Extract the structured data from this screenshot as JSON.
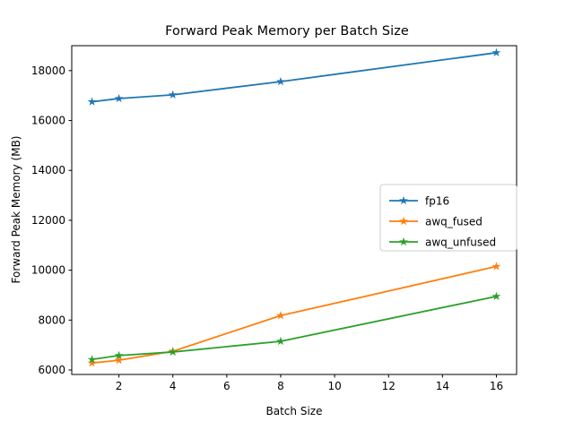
{
  "chart_data": {
    "type": "line",
    "title": "Forward Peak Memory per Batch Size",
    "xlabel": "Batch Size",
    "ylabel": "Forward Peak Memory (MB)",
    "x": [
      1,
      2,
      4,
      8,
      16
    ],
    "xlim": [
      0.25,
      16.75
    ],
    "ylim": [
      5820,
      19000
    ],
    "xticks": [
      2,
      4,
      6,
      8,
      10,
      12,
      14,
      16
    ],
    "xtick_labels": [
      "2",
      "4",
      "6",
      "8",
      "10",
      "12",
      "14",
      "16"
    ],
    "yticks": [
      6000,
      8000,
      10000,
      12000,
      14000,
      16000,
      18000
    ],
    "ytick_labels": [
      "6000",
      "8000",
      "10000",
      "12000",
      "14000",
      "16000",
      "18000"
    ],
    "grid": false,
    "marker": "star",
    "legend_position": "center-right",
    "series": [
      {
        "name": "fp16",
        "color": "#1f77b4",
        "values": [
          16750,
          16880,
          17030,
          17560,
          18720
        ]
      },
      {
        "name": "awq_fused",
        "color": "#ff7f0e",
        "values": [
          6280,
          6390,
          6750,
          8180,
          10150
        ]
      },
      {
        "name": "awq_unfused",
        "color": "#2ca02c",
        "values": [
          6420,
          6580,
          6720,
          7150,
          8950
        ]
      }
    ]
  },
  "legend": {
    "entries": [
      {
        "label": "fp16"
      },
      {
        "label": "awq_fused"
      },
      {
        "label": "awq_unfused"
      }
    ]
  }
}
